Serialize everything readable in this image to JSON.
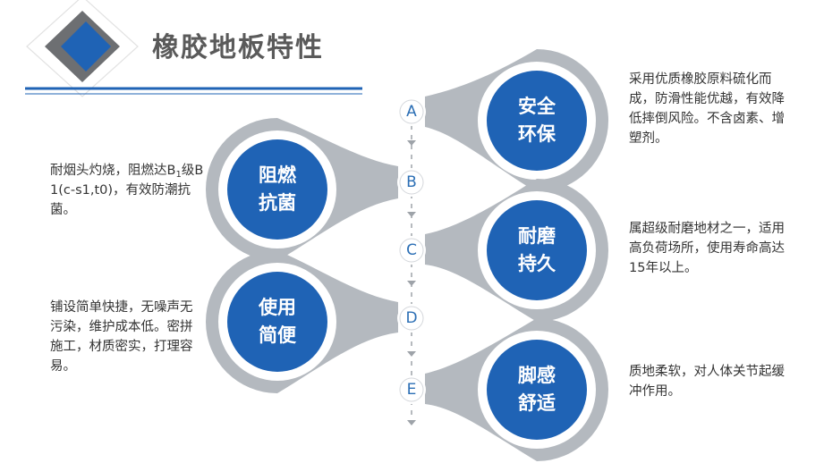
{
  "header": {
    "title": "橡胶地板特性"
  },
  "items": [
    {
      "letter": "A",
      "line1": "安全",
      "line2": "环保",
      "desc": "采用优质橡胶原料硫化而成，防滑性能优越，有效降低摔倒风险。不含卤素、增塑剂。"
    },
    {
      "letter": "B",
      "line1": "阻燃",
      "line2": "抗菌",
      "desc_pre": "耐烟头灼烧，阻燃达B",
      "desc_sub": "1",
      "desc_post": "级B1(c-s1,t0)，有效防潮抗菌。"
    },
    {
      "letter": "C",
      "line1": "耐磨",
      "line2": "持久",
      "desc": "属超级耐磨地材之一，适用高负荷场所，使用寿命高达15年以上。"
    },
    {
      "letter": "D",
      "line1": "使用",
      "line2": "简便",
      "desc": "铺设简单快捷，无噪声无污染，维护成本低。密拼施工，材质密实，打理容易。"
    },
    {
      "letter": "E",
      "line1": "脚感",
      "line2": "舒适",
      "desc": "质地柔软，对人体关节起缓冲作用。"
    }
  ],
  "colors": {
    "accent": "#1f63b5",
    "ring": "#aeb4bb",
    "text": "#333333"
  }
}
